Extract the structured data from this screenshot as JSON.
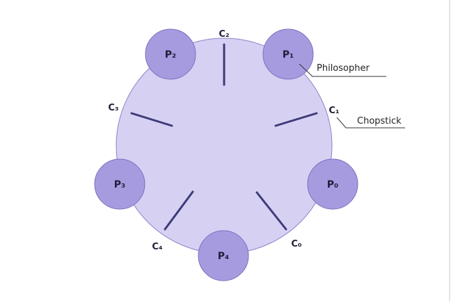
{
  "colors": {
    "table_fill": "#d6d1f3",
    "table_stroke": "#8b83c8",
    "philosopher_fill": "#a79be0",
    "philosopher_stroke": "#7a6fbf",
    "chopstick": "#3d3b7a",
    "callout_line": "#333333"
  },
  "philosophers": [
    {
      "id": "P0",
      "label": "P₀"
    },
    {
      "id": "P1",
      "label": "P₁"
    },
    {
      "id": "P2",
      "label": "P₂"
    },
    {
      "id": "P3",
      "label": "P₃"
    },
    {
      "id": "P4",
      "label": "P₄"
    }
  ],
  "chopsticks": [
    {
      "id": "C0",
      "label": "C₀"
    },
    {
      "id": "C1",
      "label": "C₁"
    },
    {
      "id": "C2",
      "label": "C₂"
    },
    {
      "id": "C3",
      "label": "C₃"
    },
    {
      "id": "C4",
      "label": "C₄"
    }
  ],
  "callouts": {
    "philosopher": "Philosopher",
    "chopstick": "Chopstick"
  }
}
